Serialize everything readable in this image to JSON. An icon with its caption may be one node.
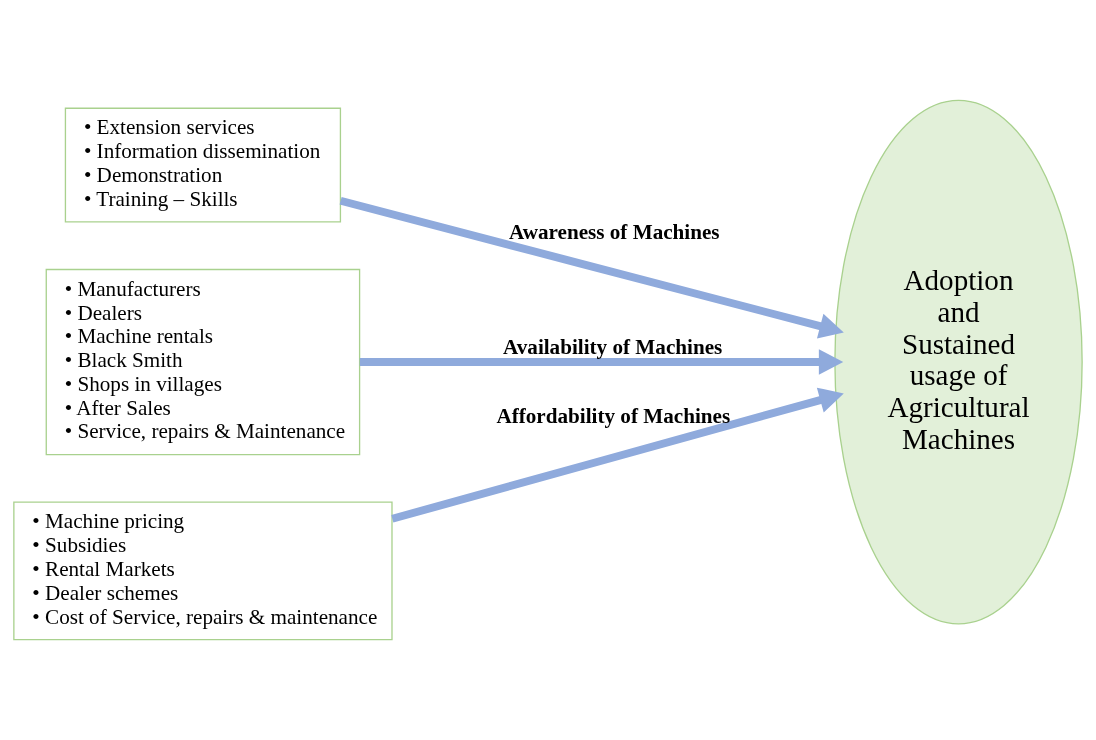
{
  "diagram": {
    "nodes": [
      {
        "text": [
          "• Extension services",
          "• Information dissemination",
          "• Demonstration",
          "• Training – Skills"
        ]
      },
      {
        "text": [
          "• Manufacturers",
          "• Dealers",
          "• Machine rentals",
          "• Black Smith",
          "• Shops in villages",
          "• After Sales",
          "• Service, repairs & Maintenance"
        ]
      },
      {
        "text": [
          "• Machine pricing",
          "• Subsidies",
          "• Rental Markets",
          "• Dealer schemes",
          "• Cost of Service, repairs & maintenance"
        ]
      },
      {
        "text": [
          "Adoption  and Sustained usage of Agricultural Machines"
        ]
      }
    ],
    "edges": [
      {
        "from": 0,
        "to": 3,
        "arrow": "to",
        "label": "Awareness of Machines"
      },
      {
        "from": 1,
        "to": 3,
        "arrow": "to",
        "label": "Availability of Machines"
      },
      {
        "from": 2,
        "to": 3,
        "arrow": "to",
        "label": "Affordability of Machines"
      }
    ]
  }
}
